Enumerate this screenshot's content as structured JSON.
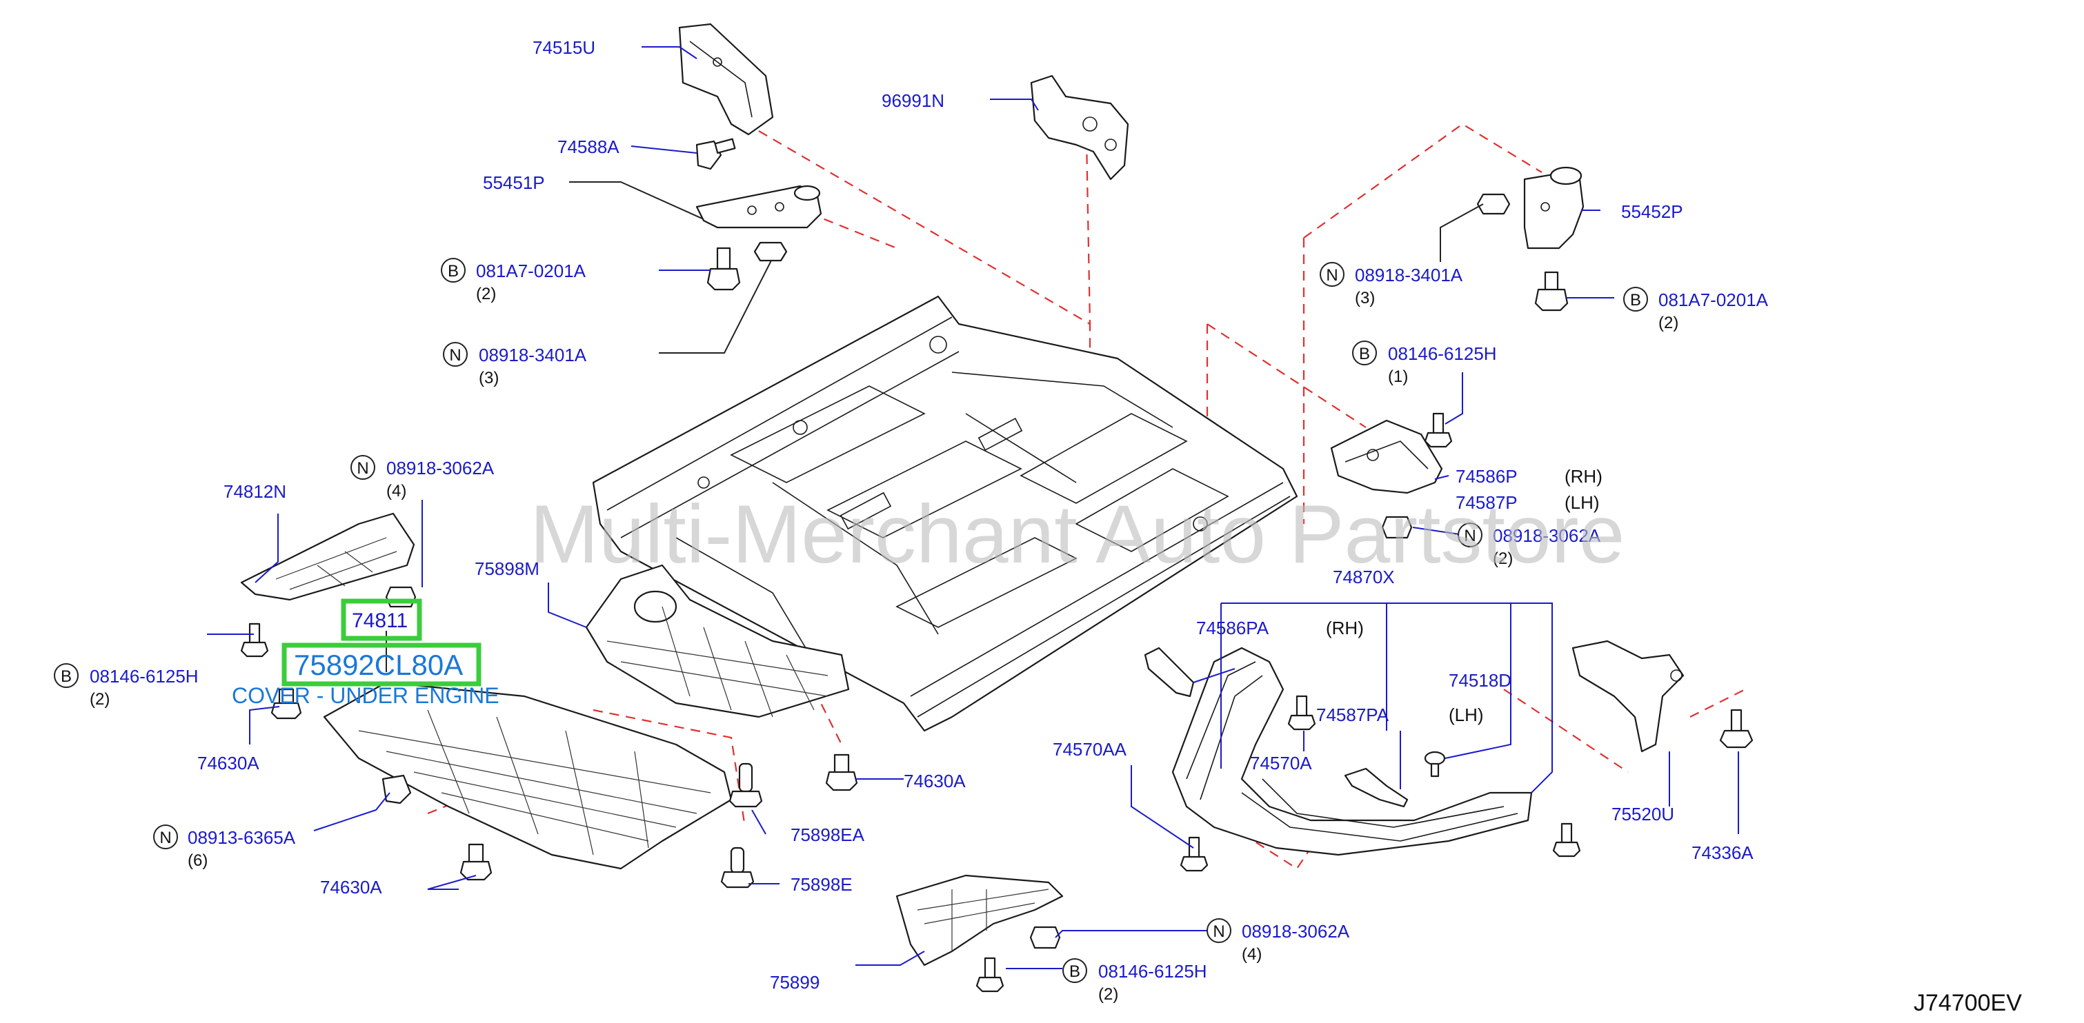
{
  "watermark": "Multi-Merchant Auto Partstore",
  "diagram_code": "J74700EV",
  "highlight": {
    "part_number": "74811",
    "oem_number": "75892CL80A",
    "description": "COVER - UNDER ENGINE",
    "highlight_color": "#3ccc3c"
  },
  "parts": {
    "p74515U": "74515U",
    "p96991N": "96991N",
    "p74588A": "74588A",
    "p55451P": "55451P",
    "p55452P": "55452P",
    "b_081A7_left": "081A7-0201A",
    "b_081A7_left_qty": "(2)",
    "n_08918_3401_left": "08918-3401A",
    "n_08918_3401_left_qty": "(3)",
    "n_08918_3401_right": "08918-3401A",
    "n_08918_3401_right_qty": "(3)",
    "b_081A7_right": "081A7-0201A",
    "b_081A7_right_qty": "(2)",
    "b_08146_top": "08146-6125H",
    "b_08146_top_qty": "(1)",
    "p74586P": "74586P",
    "p74586P_side": "(RH)",
    "p74587P": "74587P",
    "p74587P_side": "(LH)",
    "n_08918_3062_mid": "08918-3062A",
    "n_08918_3062_mid_qty": "(2)",
    "n_08918_3062_left": "08918-3062A",
    "n_08918_3062_left_qty": "(4)",
    "p74812N": "74812N",
    "p75898M": "75898M",
    "b_08146_left": "08146-6125H",
    "b_08146_left_qty": "(2)",
    "p74630A_1": "74630A",
    "p74630A_2": "74630A",
    "p74630A_3": "74630A",
    "n_08913_6365": "08913-6365A",
    "n_08913_6365_qty": "(6)",
    "p75898EA": "75898EA",
    "p75898E": "75898E",
    "p75899": "75899",
    "n_08918_3062_bottom": "08918-3062A",
    "n_08918_3062_bottom_qty": "(4)",
    "b_08146_bottom": "08146-6125H",
    "b_08146_bottom_qty": "(2)",
    "p74870X": "74870X",
    "p74586PA": "74586PA",
    "p74586PA_side": "(RH)",
    "p74518D": "74518D",
    "p74587PA": "74587PA",
    "p74587PA_side": "(LH)",
    "p74570AA": "74570AA",
    "p74570A": "74570A",
    "p75520U": "75520U",
    "p74336A": "74336A"
  },
  "symbols": {
    "bolt": "B",
    "nut": "N"
  },
  "colors": {
    "label": "#1a1acc",
    "dash": "#e03030",
    "highlight": "#3ccc3c",
    "description": "#1a78d8"
  }
}
